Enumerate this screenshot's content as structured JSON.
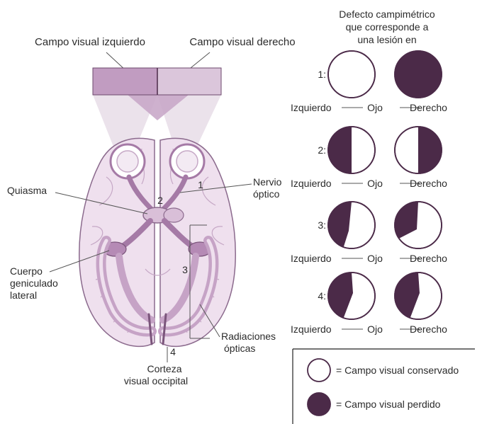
{
  "colors": {
    "brain_fill": "#efe0ee",
    "brain_stroke": "#8b6a8d",
    "pathway": "#a57aa6",
    "pathway_light": "#d9bfd8",
    "dark": "#4b2a48",
    "field_left": "#c19cc1",
    "field_right": "#dbc6db",
    "cone": "#e8dde8"
  },
  "field_labels": {
    "left": "Campo visual izquierdo",
    "right": "Campo visual derecho"
  },
  "anatomy": {
    "quiasma": "Quiasma",
    "nervio_line1": "Nervio",
    "nervio_line2": "óptico",
    "cuerpo_line1": "Cuerpo",
    "cuerpo_line2": "geniculado",
    "cuerpo_line3": "lateral",
    "radiaciones_line1": "Radiaciones",
    "radiaciones_line2": "ópticas",
    "corteza_line1": "Corteza",
    "corteza_line2": "visual occipital",
    "markers": [
      "1",
      "2",
      "3",
      "4"
    ]
  },
  "defects": {
    "title_line1": "Defecto campimétrico",
    "title_line2": "que corresponde a",
    "title_line3": "una lesión en",
    "rows": [
      {
        "number": "1:",
        "left_eye": "intact",
        "right_eye": "lost"
      },
      {
        "number": "2:",
        "left_eye": "temporal-half-lost",
        "right_eye": "temporal-half-lost"
      },
      {
        "number": "3:",
        "left_eye": "upper-left-lost",
        "right_eye": "upper-left-lost"
      },
      {
        "number": "4:",
        "left_eye": "left-lost-macular-spared",
        "right_eye": "left-lost-macular-spared"
      }
    ],
    "eye_left_label": "Izquierdo",
    "eye_middle_label": "Ojo",
    "eye_right_label": "Derecho"
  },
  "legend": {
    "conserved": "= Campo visual conservado",
    "lost": "= Campo visual perdido"
  }
}
